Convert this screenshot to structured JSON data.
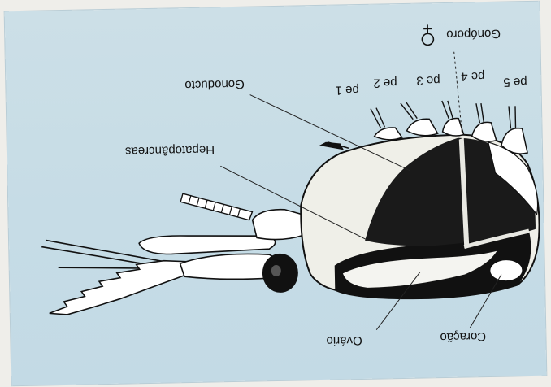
{
  "figure": {
    "labels": {
      "gonoporo": "Gonóporo",
      "gonoduto": "Gonoducto",
      "pe1": "pe 1",
      "pe2": "pe 2",
      "pe3": "pe 3",
      "pe4": "pe 4",
      "pe5": "pe 5",
      "hepato": "Hepatopâncreas",
      "ovario": "Ovário",
      "coracao": "Coração"
    }
  }
}
